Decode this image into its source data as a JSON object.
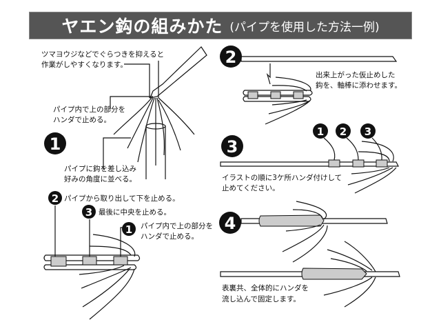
{
  "title": {
    "main": "ヤエン鈎の組みかた",
    "sub": "(パイプを使用した方法一例)"
  },
  "step1": {
    "number": "1",
    "note_toothpick": [
      "ツマヨウジなどでぐらつきを抑えると",
      "作業がしやすくなります。"
    ],
    "note_solder_top": [
      "パイプ内で上の部分を",
      "ハンダで止める。"
    ],
    "note_insert": [
      "パイプに鈎を差し込み",
      "好みの角度に並べる。"
    ]
  },
  "step1b": {
    "items": [
      {
        "number": "2",
        "text": [
          "パイプから取り出して下を止める。"
        ]
      },
      {
        "number": "3",
        "text": [
          "最後に中央を止める。"
        ]
      },
      {
        "number": "1",
        "text": [
          "パイプ内で上の部分を",
          "ハンダで止める。"
        ]
      }
    ]
  },
  "step2": {
    "number": "2",
    "text": [
      "出来上がった仮止めした",
      "鈎を、軸棒に添わせます。"
    ]
  },
  "step3": {
    "number": "3",
    "order": [
      "1",
      "2",
      "3"
    ],
    "text": [
      "イラストの順に3ケ所ハンダ付けして",
      "止めてください。"
    ]
  },
  "step4": {
    "number": "4",
    "text": [
      "表裏共、全体的にハンダを",
      "流し込んで固定します。"
    ]
  },
  "colors": {
    "title_bg": "#555555",
    "ink": "#111111",
    "solder": "#cccccc"
  }
}
